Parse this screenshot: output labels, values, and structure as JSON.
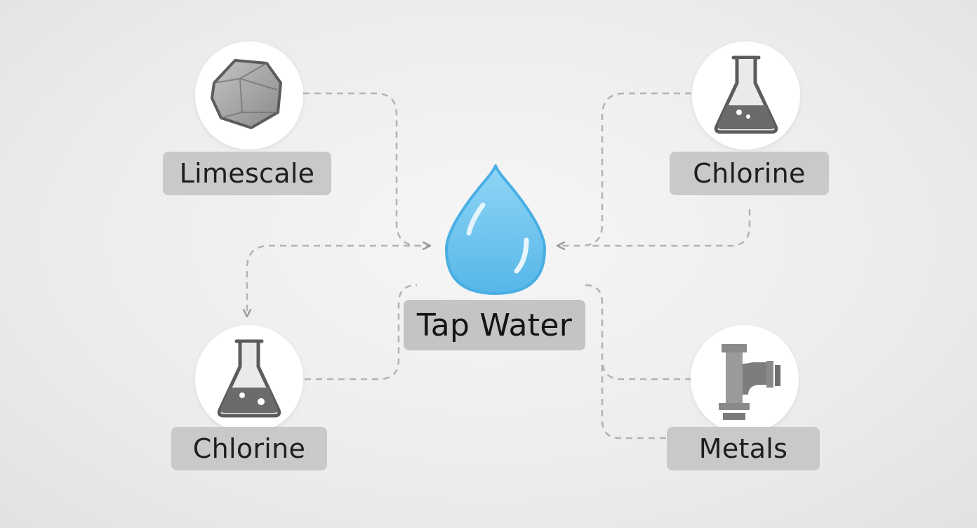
{
  "nodes": {
    "center": {
      "label": "Tap Water",
      "icon": "water-drop-icon"
    },
    "top_left": {
      "label": "Limescale",
      "icon": "rock-icon"
    },
    "top_right": {
      "label": "Chlorine",
      "icon": "flask-icon"
    },
    "bottom_left": {
      "label": "Chlorine",
      "icon": "flask-icon"
    },
    "bottom_right": {
      "label": "Metals",
      "icon": "pipe-icon"
    }
  },
  "colors": {
    "drop": "#6ec6ef",
    "label_bg": "#c9c9c9",
    "connector": "#a9a9a9",
    "icon_gray": "#7a7a7a"
  }
}
